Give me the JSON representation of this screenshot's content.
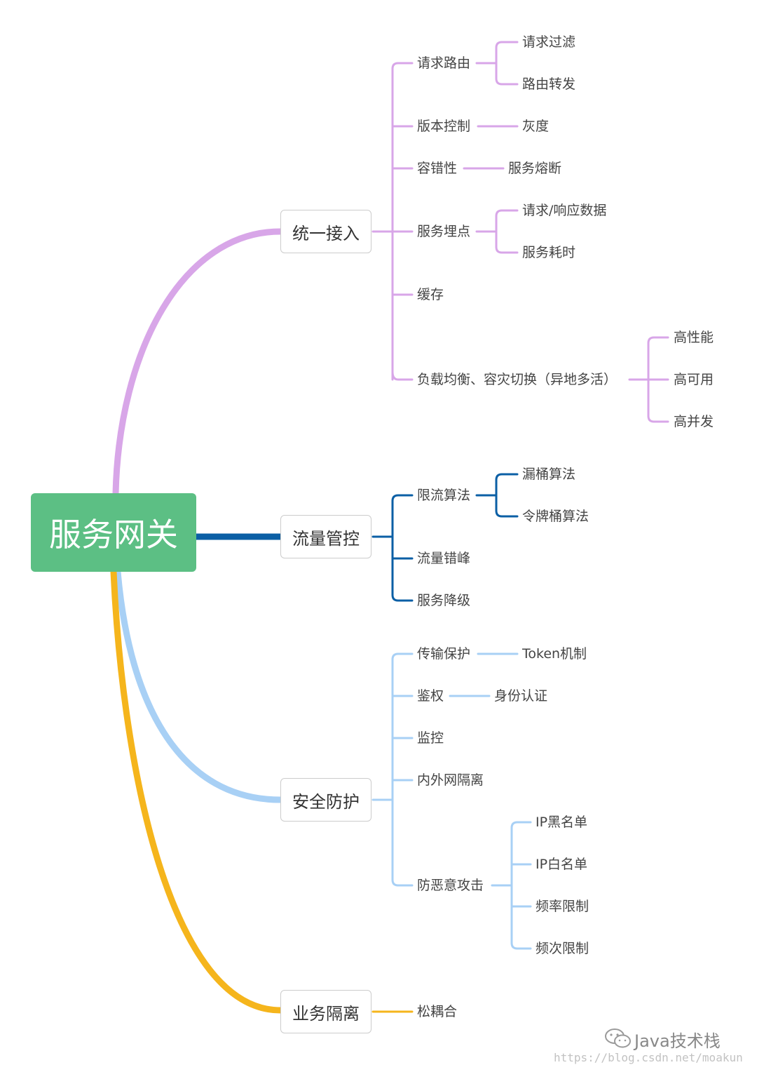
{
  "colors": {
    "purple": "#d8a6e8",
    "navy": "#0b5fa5",
    "lightblue": "#a8d0f5",
    "yellow": "#f5b51c",
    "root_bg": "#5cbf84"
  },
  "root": {
    "label": "服务网关"
  },
  "branches": {
    "access": {
      "label": "统一接入"
    },
    "traffic": {
      "label": "流量管控"
    },
    "security": {
      "label": "安全防护"
    },
    "isolation": {
      "label": "业务隔离"
    }
  },
  "nodes": {
    "request_routing": "请求路由",
    "request_filter": "请求过滤",
    "route_forward": "路由转发",
    "version_control": "版本控制",
    "grayscale": "灰度",
    "fault_tolerance": "容错性",
    "circuit_breaker": "服务熔断",
    "service_tracking": "服务埋点",
    "req_resp_data": "请求/响应数据",
    "service_latency": "服务耗时",
    "cache": "缓存",
    "load_balance": "负载均衡、容灾切换（异地多活）",
    "high_perf": "高性能",
    "high_avail": "高可用",
    "high_concurrency": "高并发",
    "rate_limit_algo": "限流算法",
    "leaky_bucket": "漏桶算法",
    "token_bucket": "令牌桶算法",
    "traffic_shaving": "流量错峰",
    "service_degrade": "服务降级",
    "transport_protect": "传输保护",
    "token_mechanism": "Token机制",
    "auth": "鉴权",
    "identity_auth": "身份认证",
    "monitoring": "监控",
    "network_isolation": "内外网隔离",
    "anti_attack": "防恶意攻击",
    "ip_blacklist": "IP黑名单",
    "ip_whitelist": "IP白名单",
    "freq_limit": "频率限制",
    "count_limit": "频次限制",
    "loose_coupling": "松耦合"
  },
  "watermark": {
    "brand": "Java技术栈",
    "url": "https://blog.csdn.net/moakun",
    "icon": "wechat-icon"
  }
}
